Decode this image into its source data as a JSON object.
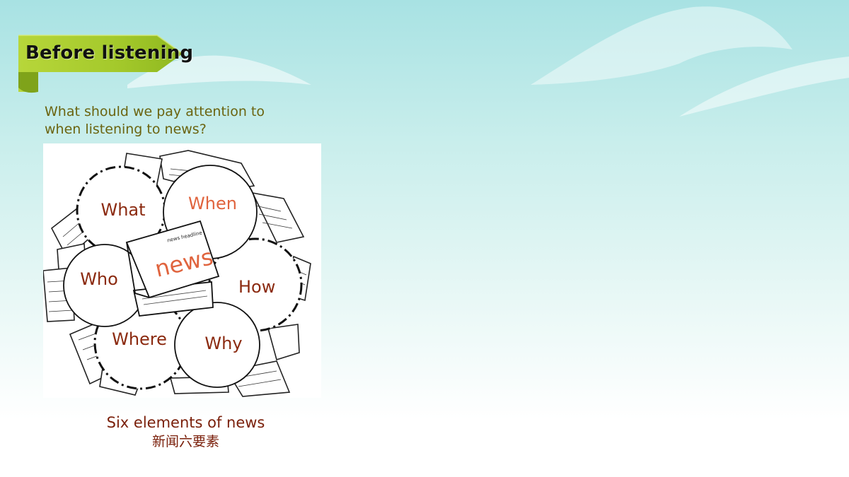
{
  "slide": {
    "title": "Before listening",
    "question_lines": [
      "What should we pay attention to",
      "when listening to news?"
    ],
    "illustration": {
      "center_headline": "news headline",
      "center_word": "news",
      "elements": [
        "What",
        "When",
        "How",
        "Who",
        "Where",
        "Why"
      ]
    },
    "caption_en": "Six elements of news",
    "caption_zh": "新闻六要素"
  },
  "colors": {
    "banner_green": "#9cc32a",
    "question_text": "#6b6410",
    "element_text": "#8b2a10",
    "accent_orange": "#e0643e",
    "caption_text": "#7a1f0a"
  }
}
